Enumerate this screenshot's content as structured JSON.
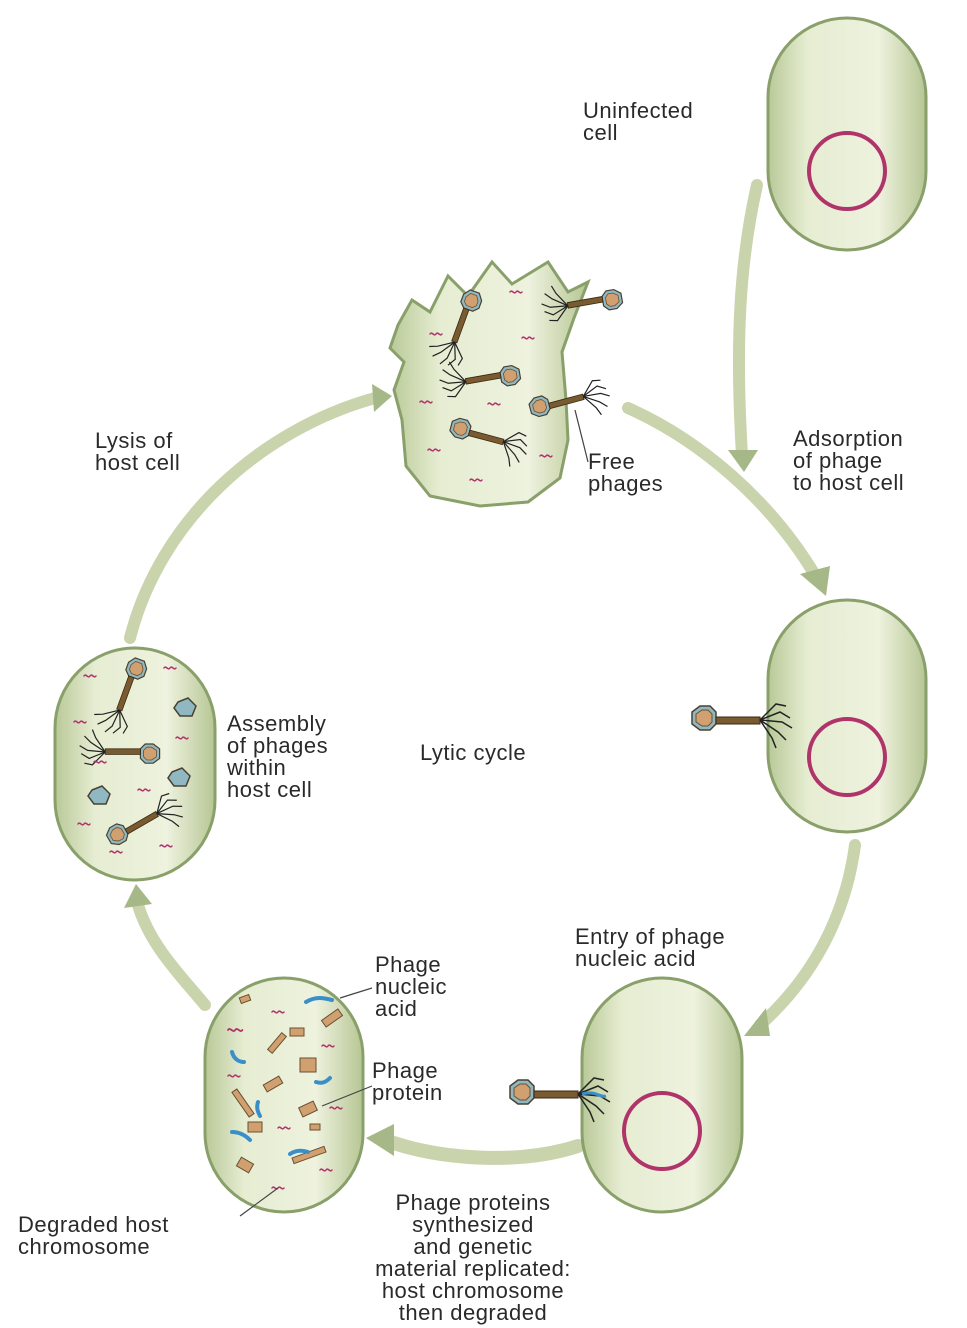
{
  "title": "Lytic cycle",
  "labels": {
    "uninfected_cell": "Uninfected\ncell",
    "adsorption": "Adsorption\nof phage\nto host cell",
    "entry": "Entry of phage\nnucleic acid",
    "synthesis": "Phage proteins\nsynthesized\nand genetic\nmaterial replicated:\nhost chromosome\nthen degraded",
    "degraded_host": "Degraded host\nchromosome",
    "phage_nucleic_acid": "Phage\nnucleic\nacid",
    "phage_protein": "Phage\nprotein",
    "assembly": "Assembly\nof phages\nwithin\nhost cell",
    "lysis": "Lysis of\nhost cell",
    "free_phages": "Free\nphages"
  },
  "colors": {
    "cell_fill": "#dfe8c4",
    "cell_edge": "#8aa06a",
    "chromosome": "#b0336a",
    "arrow": "#c9d4ad",
    "phage_head": "#8fb8c2",
    "phage_tail": "#7a5a30",
    "phage_nucleic_acid": "#3a8fc8"
  }
}
